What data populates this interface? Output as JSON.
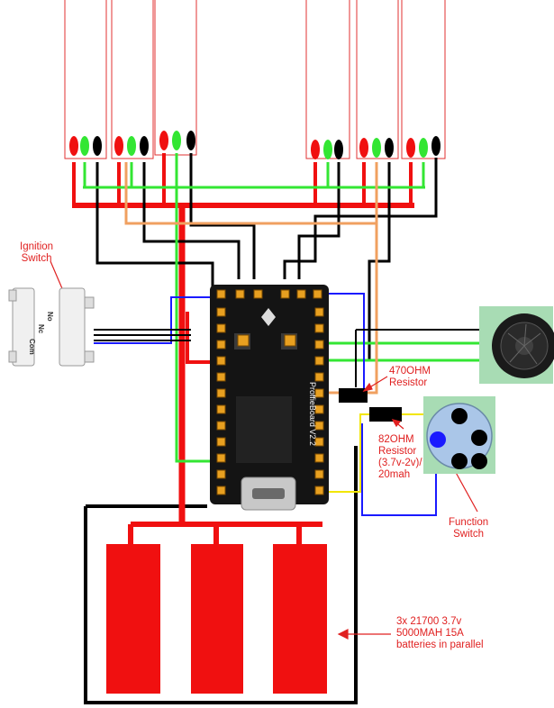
{
  "labels": {
    "ignition": [
      "Ignition",
      "Switch"
    ],
    "r470": [
      "470OHM",
      "Resistor"
    ],
    "r82": [
      "82OHM",
      "Resistor",
      "(3.7v-2v)/",
      "20mah"
    ],
    "function_switch": [
      "Function",
      "Switch"
    ],
    "batteries": [
      "3x 21700 3.7v",
      "5000MAH 15A",
      "batteries in parallel"
    ]
  },
  "board": {
    "name": "ProffieBoard V2.2"
  },
  "switch_terminals": [
    "No",
    "Nc",
    "Com"
  ],
  "colors": {
    "power": "#f01010",
    "ground": "#000000",
    "data_green": "#33e633",
    "data_orange": "#f0a060",
    "data_blue": "#1a1aff",
    "data_yellow": "#f2e600",
    "pcb": "#141414",
    "pad": "#e8a020",
    "speaker_bg": "#a8dcb4",
    "function_bg": "#a8dcb4",
    "led_strip_outline": "#e03030"
  },
  "led_strips": {
    "count": 6,
    "wires_per_strip": [
      "red",
      "green",
      "black"
    ]
  }
}
